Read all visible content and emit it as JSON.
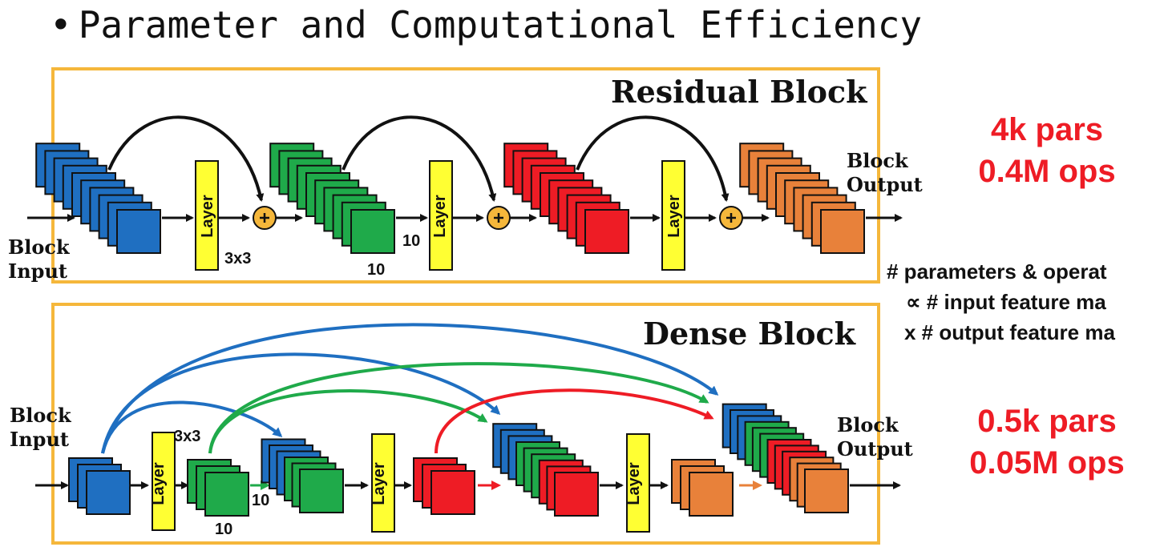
{
  "title": "Parameter and Computational Efficiency",
  "residual": {
    "name": "Residual Block",
    "input_label": "Block\nInput",
    "output_label": "Block\nOutput",
    "layer_label": "Layer",
    "kernel_label": "3x3",
    "dim_a": "10",
    "dim_b": "10",
    "stat_pars": "4k pars",
    "stat_ops": "0.4M ops"
  },
  "dense": {
    "name": "Dense Block",
    "input_label": "Block\nInput",
    "output_label": "Block\nOutput",
    "layer_label": "Layer",
    "kernel_label": "3x3",
    "dim_a": "10",
    "dim_b": "10",
    "stat_pars": "0.5k pars",
    "stat_ops": "0.05M ops"
  },
  "notes": {
    "line1": "# parameters & operat",
    "line2": "∝  # input feature ma",
    "line3": "x # output feature ma"
  },
  "colors": {
    "blue": "#1f6fc1",
    "green": "#1faa4a",
    "red": "#ee1c25",
    "orange": "#e8813a",
    "yellow": "#ffff33",
    "border": "#f5b73b",
    "sum": "#f5b73b"
  },
  "icons": {
    "sum": "plus-circle-icon",
    "arrow": "arrow-right-icon"
  }
}
